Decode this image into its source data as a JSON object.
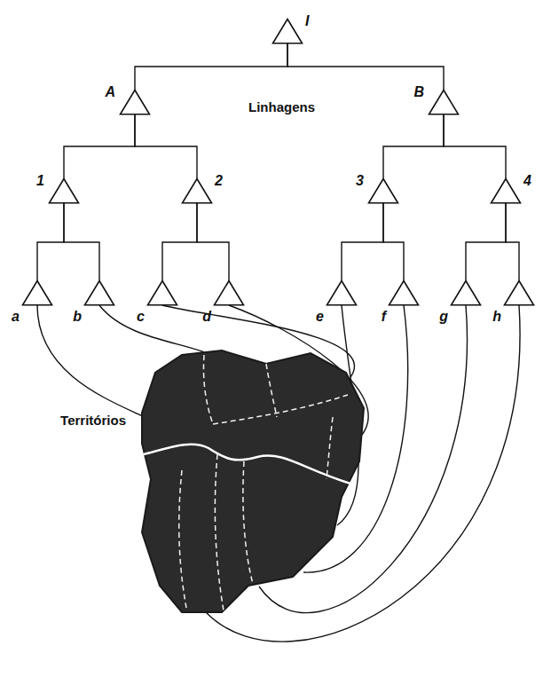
{
  "diagram": {
    "nodes": [
      {
        "text": [
          "I"
        ]
      },
      {
        "text": [
          "A"
        ]
      },
      {
        "text": [
          "B"
        ]
      },
      {
        "text": [
          "1"
        ]
      },
      {
        "text": [
          "2"
        ]
      },
      {
        "text": [
          "3"
        ]
      },
      {
        "text": [
          "4"
        ]
      },
      {
        "text": [
          "a"
        ]
      },
      {
        "text": [
          "b"
        ]
      },
      {
        "text": [
          "c"
        ]
      },
      {
        "text": [
          "d"
        ]
      },
      {
        "text": [
          "e"
        ]
      },
      {
        "text": [
          "f"
        ]
      },
      {
        "text": [
          "g"
        ]
      },
      {
        "text": [
          "h"
        ]
      },
      {
        "text": [
          "Territórios"
        ]
      }
    ],
    "edges": [
      {
        "from": 0,
        "to": 1,
        "arrow": "none"
      },
      {
        "from": 0,
        "to": 2,
        "arrow": "none"
      },
      {
        "from": 1,
        "to": 3,
        "arrow": "none"
      },
      {
        "from": 1,
        "to": 4,
        "arrow": "none"
      },
      {
        "from": 2,
        "to": 5,
        "arrow": "none"
      },
      {
        "from": 2,
        "to": 6,
        "arrow": "none"
      },
      {
        "from": 3,
        "to": 7,
        "arrow": "none"
      },
      {
        "from": 3,
        "to": 8,
        "arrow": "none"
      },
      {
        "from": 4,
        "to": 9,
        "arrow": "none"
      },
      {
        "from": 4,
        "to": 10,
        "arrow": "none"
      },
      {
        "from": 5,
        "to": 11,
        "arrow": "none"
      },
      {
        "from": 5,
        "to": 12,
        "arrow": "none"
      },
      {
        "from": 6,
        "to": 13,
        "arrow": "none"
      },
      {
        "from": 6,
        "to": 14,
        "arrow": "none"
      },
      {
        "from": 7,
        "to": 15,
        "arrow": "none"
      },
      {
        "from": 8,
        "to": 15,
        "arrow": "none"
      },
      {
        "from": 9,
        "to": 15,
        "arrow": "none"
      },
      {
        "from": 10,
        "to": 15,
        "arrow": "none"
      },
      {
        "from": 11,
        "to": 15,
        "arrow": "none"
      },
      {
        "from": 12,
        "to": 15,
        "arrow": "none"
      },
      {
        "from": 13,
        "to": 15,
        "arrow": "none"
      },
      {
        "from": 14,
        "to": 15,
        "arrow": "none"
      }
    ],
    "labels": [
      "Linhagens"
    ]
  }
}
